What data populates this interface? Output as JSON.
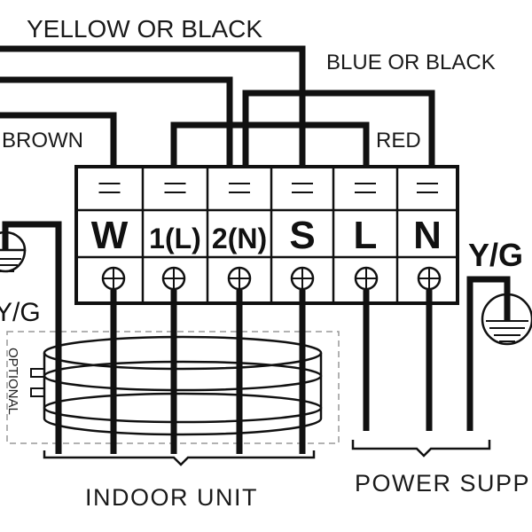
{
  "labels": {
    "yellow_or_black": "YELLOW OR BLACK",
    "blue_or_black": "BLUE OR BLACK",
    "brown": "BROWN",
    "red": "RED",
    "indoor_unit": "INDOOR UNIT",
    "power_supply": "POWER SUPPLY",
    "optional": "OPTIONAL",
    "yg_right": "Y/G",
    "yg_left": "Y/G"
  },
  "terminals": [
    {
      "id": "W",
      "label": "W",
      "style": "bold"
    },
    {
      "id": "1L",
      "label": "1(L)",
      "style": "medium"
    },
    {
      "id": "2N",
      "label": "2(N)",
      "style": "medium"
    },
    {
      "id": "S",
      "label": "S",
      "style": "bold"
    },
    {
      "id": "L",
      "label": "L",
      "style": "bold"
    },
    {
      "id": "N",
      "label": "N",
      "style": "bold"
    }
  ],
  "symbols": {
    "screw_icon": "circle-plus",
    "ground_icon": "earth-ground",
    "clamp_icon": "cable-clamp"
  },
  "colors": {
    "line": "#111111",
    "dashed_box": "#999999",
    "background": "#ffffff"
  }
}
